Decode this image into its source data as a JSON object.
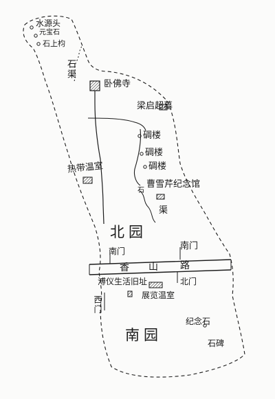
{
  "map": {
    "areas": {
      "north_garden": "北园",
      "south_garden": "南园"
    },
    "road": {
      "name_chars": [
        "香",
        "山",
        "路"
      ]
    },
    "places": {
      "shuiyuantou": "水源头",
      "yuanbaoshi": "元宝石",
      "shishangjing": "石上枃",
      "shiqu": "石渠",
      "wofosi": "卧佛寺",
      "liangqichao_mu": "梁启超墓",
      "bei_lou_1": "碉楼",
      "bei_lou_2": "碉楼",
      "bei_lou_3": "碉楼",
      "redai_wenshi": "热带温室",
      "caoxueqin_jinianguan": "曹雪芹纪念馆",
      "shi_prefix": "石",
      "qu_near_museum": "渠",
      "nanmen_west": "南门",
      "nanmen_east": "南门",
      "beimen": "北门",
      "ximen": "西门",
      "mengjiang_jiuzhi": "溥仪生活旧址",
      "zhanlan_wenshi": "展览温室",
      "jinianshi": "纪念石",
      "shibei": "石碑"
    }
  }
}
